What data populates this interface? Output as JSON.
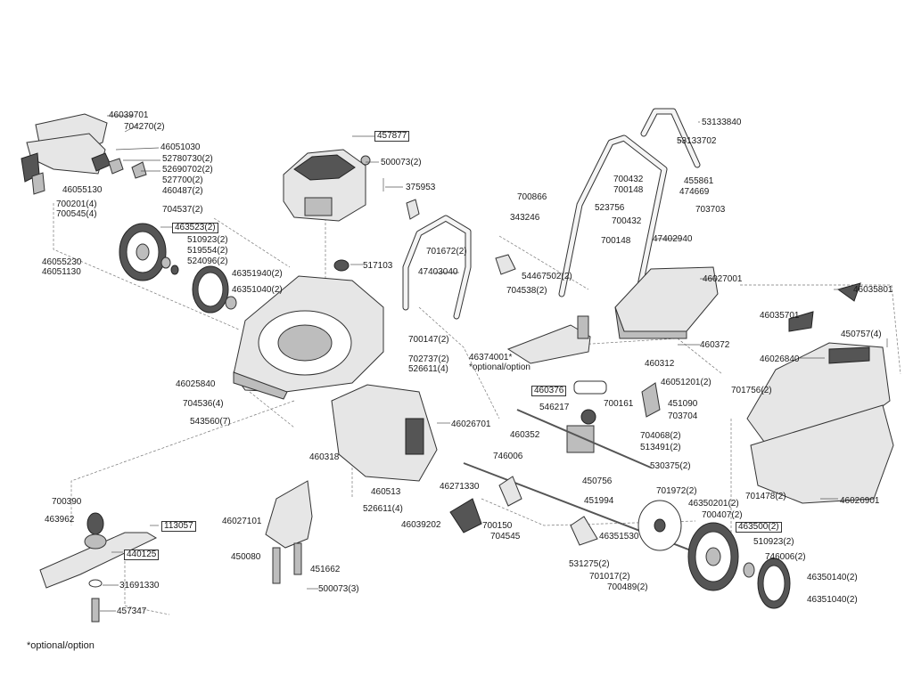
{
  "parts": [
    {
      "id": "p1",
      "label": "46039701",
      "boxed": false
    },
    {
      "id": "p2",
      "label": "704270(2)",
      "boxed": false
    },
    {
      "id": "p3",
      "label": "46051030",
      "boxed": false
    },
    {
      "id": "p4",
      "label": "52780730(2)",
      "boxed": false
    },
    {
      "id": "p5",
      "label": "52690702(2)",
      "boxed": false
    },
    {
      "id": "p6",
      "label": "527700(2)",
      "boxed": false
    },
    {
      "id": "p7",
      "label": "46055130",
      "boxed": false
    },
    {
      "id": "p8",
      "label": "460487(2)",
      "boxed": false
    },
    {
      "id": "p9",
      "label": "700201(4)",
      "boxed": false
    },
    {
      "id": "p10",
      "label": "700545(4)",
      "boxed": false
    },
    {
      "id": "p11",
      "label": "704537(2)",
      "boxed": false
    },
    {
      "id": "p12",
      "label": "463523(2)",
      "boxed": true
    },
    {
      "id": "p13",
      "label": "510923(2)",
      "boxed": false
    },
    {
      "id": "p14",
      "label": "519554(2)",
      "boxed": false
    },
    {
      "id": "p15",
      "label": "524096(2)",
      "boxed": false
    },
    {
      "id": "p16",
      "label": "46055230",
      "boxed": false
    },
    {
      "id": "p17",
      "label": "46051130",
      "boxed": false
    },
    {
      "id": "p18",
      "label": "46351940(2)",
      "boxed": false
    },
    {
      "id": "p19",
      "label": "46351040(2)",
      "boxed": false
    },
    {
      "id": "p20",
      "label": "457877",
      "boxed": true
    },
    {
      "id": "p21",
      "label": "500073(2)",
      "boxed": false
    },
    {
      "id": "p22",
      "label": "375953",
      "boxed": false
    },
    {
      "id": "p23",
      "label": "517103",
      "boxed": false
    },
    {
      "id": "p24",
      "label": "53133840",
      "boxed": false
    },
    {
      "id": "p25",
      "label": "53133702",
      "boxed": false
    },
    {
      "id": "p26",
      "label": "700432",
      "boxed": false
    },
    {
      "id": "p27",
      "label": "455861",
      "boxed": false
    },
    {
      "id": "p28",
      "label": "700148",
      "boxed": false
    },
    {
      "id": "p29",
      "label": "474669",
      "boxed": false
    },
    {
      "id": "p30",
      "label": "700866",
      "boxed": false
    },
    {
      "id": "p31",
      "label": "523756",
      "boxed": false
    },
    {
      "id": "p32",
      "label": "703703",
      "boxed": false
    },
    {
      "id": "p33",
      "label": "343246",
      "boxed": false
    },
    {
      "id": "p34",
      "label": "700432",
      "boxed": false
    },
    {
      "id": "p35",
      "label": "700148",
      "boxed": false
    },
    {
      "id": "p36",
      "label": "47402940",
      "boxed": false
    },
    {
      "id": "p37",
      "label": "701672(2)",
      "boxed": false
    },
    {
      "id": "p38",
      "label": "47403040",
      "boxed": false
    },
    {
      "id": "p39",
      "label": "54467502(2)",
      "boxed": false
    },
    {
      "id": "p40",
      "label": "704538(2)",
      "boxed": false
    },
    {
      "id": "p41",
      "label": "46027001",
      "boxed": false
    },
    {
      "id": "p42",
      "label": "46035801",
      "boxed": false
    },
    {
      "id": "p43",
      "label": "46035701",
      "boxed": false
    },
    {
      "id": "p44",
      "label": "450757(4)",
      "boxed": false
    },
    {
      "id": "p45",
      "label": "460372",
      "boxed": false
    },
    {
      "id": "p46",
      "label": "46026840",
      "boxed": false
    },
    {
      "id": "p47",
      "label": "460312",
      "boxed": false
    },
    {
      "id": "p48",
      "label": "46051201(2)",
      "boxed": false
    },
    {
      "id": "p49",
      "label": "701756(2)",
      "boxed": false
    },
    {
      "id": "p50",
      "label": "700147(2)",
      "boxed": false
    },
    {
      "id": "p51",
      "label": "702737(2)",
      "boxed": false
    },
    {
      "id": "p52",
      "label": "526611(4)",
      "boxed": false
    },
    {
      "id": "p53",
      "label": "46374001*",
      "boxed": false
    },
    {
      "id": "p54",
      "label": "*optional/option",
      "boxed": false
    },
    {
      "id": "p55",
      "label": "46025840",
      "boxed": false
    },
    {
      "id": "p56",
      "label": "704536(4)",
      "boxed": false
    },
    {
      "id": "p57",
      "label": "543560(7)",
      "boxed": false
    },
    {
      "id": "p58",
      "label": "460376",
      "boxed": true
    },
    {
      "id": "p59",
      "label": "546217",
      "boxed": false
    },
    {
      "id": "p60",
      "label": "700161",
      "boxed": false
    },
    {
      "id": "p61",
      "label": "451090",
      "boxed": false
    },
    {
      "id": "p62",
      "label": "703704",
      "boxed": false
    },
    {
      "id": "p63",
      "label": "46026701",
      "boxed": false
    },
    {
      "id": "p64",
      "label": "460352",
      "boxed": false
    },
    {
      "id": "p65",
      "label": "704068(2)",
      "boxed": false
    },
    {
      "id": "p66",
      "label": "513491(2)",
      "boxed": false
    },
    {
      "id": "p67",
      "label": "460318",
      "boxed": false
    },
    {
      "id": "p68",
      "label": "746006",
      "boxed": false
    },
    {
      "id": "p69",
      "label": "530375(2)",
      "boxed": false
    },
    {
      "id": "p70",
      "label": "450756",
      "boxed": false
    },
    {
      "id": "p71",
      "label": "46271330",
      "boxed": false
    },
    {
      "id": "p72",
      "label": "460513",
      "boxed": false
    },
    {
      "id": "p73",
      "label": "451994",
      "boxed": false
    },
    {
      "id": "p74",
      "label": "701972(2)",
      "boxed": false
    },
    {
      "id": "p75",
      "label": "46350201(2)",
      "boxed": false
    },
    {
      "id": "p76",
      "label": "701478(2)",
      "boxed": false
    },
    {
      "id": "p77",
      "label": "46026901",
      "boxed": false
    },
    {
      "id": "p78",
      "label": "700390",
      "boxed": false
    },
    {
      "id": "p79",
      "label": "526611(4)",
      "boxed": false
    },
    {
      "id": "p80",
      "label": "700407(2)",
      "boxed": false
    },
    {
      "id": "p81",
      "label": "463962",
      "boxed": false
    },
    {
      "id": "p82",
      "label": "46027101",
      "boxed": false
    },
    {
      "id": "p83",
      "label": "46039202",
      "boxed": false
    },
    {
      "id": "p84",
      "label": "700150",
      "boxed": false
    },
    {
      "id": "p85",
      "label": "704545",
      "boxed": false
    },
    {
      "id": "p86",
      "label": "46351530",
      "boxed": false
    },
    {
      "id": "p87",
      "label": "463500(2)",
      "boxed": true
    },
    {
      "id": "p88",
      "label": "113057",
      "boxed": true
    },
    {
      "id": "p89",
      "label": "510923(2)",
      "boxed": false
    },
    {
      "id": "p90",
      "label": "440125",
      "boxed": true
    },
    {
      "id": "p91",
      "label": "450080",
      "boxed": false
    },
    {
      "id": "p92",
      "label": "451662",
      "boxed": false
    },
    {
      "id": "p93",
      "label": "531275(2)",
      "boxed": false
    },
    {
      "id": "p94",
      "label": "746006(2)",
      "boxed": false
    },
    {
      "id": "p95",
      "label": "701017(2)",
      "boxed": false
    },
    {
      "id": "p96",
      "label": "31691330",
      "boxed": false
    },
    {
      "id": "p97",
      "label": "700489(2)",
      "boxed": false
    },
    {
      "id": "p98",
      "label": "46350140(2)",
      "boxed": false
    },
    {
      "id": "p99",
      "label": "500073(3)",
      "boxed": false
    },
    {
      "id": "p100",
      "label": "46351040(2)",
      "boxed": false
    },
    {
      "id": "p101",
      "label": "457347",
      "boxed": false
    }
  ],
  "footnote": "*optional/option"
}
